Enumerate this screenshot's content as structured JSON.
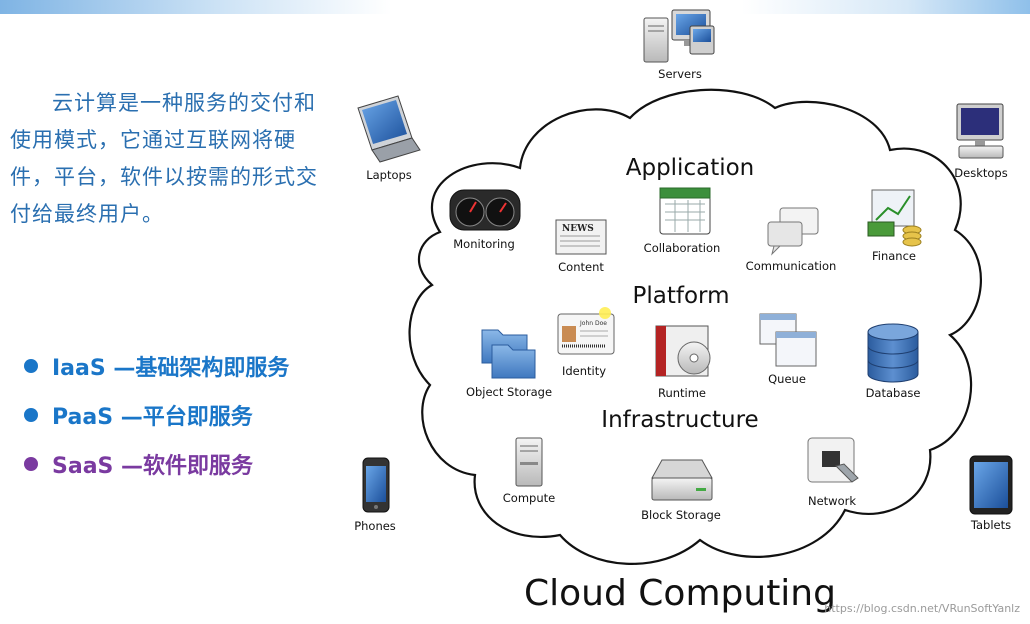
{
  "intro_text": "云计算是一种服务的交付和使用模式，它通过互联网将硬件，平台，软件以按需的形式交付给最终用户。",
  "services": [
    {
      "label": "IaaS —基础架构即服务",
      "color": "#1a76c8"
    },
    {
      "label": "PaaS —平台即服务",
      "color": "#1a76c8"
    },
    {
      "label": "SaaS —软件即服务",
      "color": "#7a3aa0"
    }
  ],
  "diagram": {
    "title": "Cloud Computing",
    "sections": {
      "application": "Application",
      "platform": "Platform",
      "infrastructure": "Infrastructure"
    },
    "external_devices": {
      "servers": "Servers",
      "laptops": "Laptops",
      "desktops": "Desktops",
      "phones": "Phones",
      "tablets": "Tablets"
    },
    "application_items": {
      "monitoring": "Monitoring",
      "content": "Content",
      "collaboration": "Collaboration",
      "communication": "Communication",
      "finance": "Finance"
    },
    "platform_items": {
      "object_storage": "Object Storage",
      "identity": "Identity",
      "runtime": "Runtime",
      "queue": "Queue",
      "database": "Database",
      "identity_card_name": "John Doe",
      "news_masthead": "NEWS"
    },
    "infrastructure_items": {
      "compute": "Compute",
      "block_storage": "Block Storage",
      "network": "Network"
    }
  },
  "watermark": "https://blog.csdn.net/VRunSoftYanlz"
}
